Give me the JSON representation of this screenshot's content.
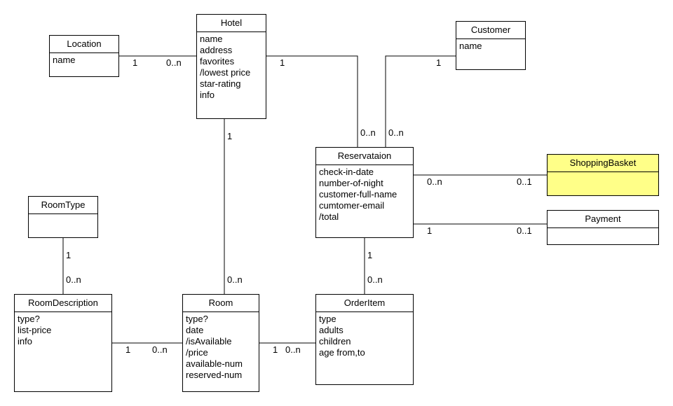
{
  "colors": {
    "line": "#000000",
    "box_fill": "#ffffff",
    "highlight_fill": "#ffff88"
  },
  "classes": {
    "location": {
      "name": "Location",
      "attributes": [
        "name"
      ]
    },
    "hotel": {
      "name": "Hotel",
      "attributes": [
        "name",
        "address",
        "favorites",
        "/lowest price",
        "star-rating",
        "info"
      ]
    },
    "customer": {
      "name": "Customer",
      "attributes": [
        "name"
      ]
    },
    "reservation": {
      "name": "Reservataion",
      "attributes": [
        "check-in-date",
        "number-of-night",
        "customer-full-name",
        "cumtomer-email",
        "/total"
      ]
    },
    "shopping_basket": {
      "name": "ShoppingBasket",
      "attributes": []
    },
    "payment": {
      "name": "Payment",
      "attributes": []
    },
    "room_type": {
      "name": "RoomType",
      "attributes": []
    },
    "room_description": {
      "name": "RoomDescription",
      "attributes": [
        "type?",
        "list-price",
        "info"
      ]
    },
    "room": {
      "name": "Room",
      "attributes": [
        "type?",
        "date",
        "/isAvailable",
        "/price",
        "available-num",
        "reserved-num"
      ]
    },
    "order_item": {
      "name": "OrderItem",
      "attributes": [
        "type",
        "adults",
        "children",
        "age from,to"
      ]
    }
  },
  "associations": {
    "location_hotel": {
      "from": "Location",
      "to": "Hotel",
      "from_mult": "1",
      "to_mult": "0..n"
    },
    "hotel_reservation": {
      "from": "Hotel",
      "to": "Reservataion",
      "from_mult": "1",
      "to_mult": "0..n"
    },
    "customer_reservation": {
      "from": "Customer",
      "to": "Reservataion",
      "from_mult": "1",
      "to_mult": "0..n"
    },
    "hotel_room": {
      "from": "Hotel",
      "to": "Room",
      "from_mult": "1",
      "to_mult": "0..n"
    },
    "reservation_basket": {
      "from": "Reservataion",
      "to": "ShoppingBasket",
      "from_mult": "0..n",
      "to_mult": "0..1"
    },
    "reservation_payment": {
      "from": "Reservataion",
      "to": "Payment",
      "from_mult": "1",
      "to_mult": "0..1"
    },
    "reservation_orderitem": {
      "from": "Reservataion",
      "to": "OrderItem",
      "from_mult": "1",
      "to_mult": "0..n"
    },
    "roomtype_roomdescription": {
      "from": "RoomType",
      "to": "RoomDescription",
      "from_mult": "1",
      "to_mult": "0..n"
    },
    "roomdescription_room": {
      "from": "RoomDescription",
      "to": "Room",
      "from_mult": "1",
      "to_mult": "0..n"
    },
    "room_orderitem": {
      "from": "Room",
      "to": "OrderItem",
      "from_mult": "1",
      "to_mult": "0..n"
    }
  }
}
